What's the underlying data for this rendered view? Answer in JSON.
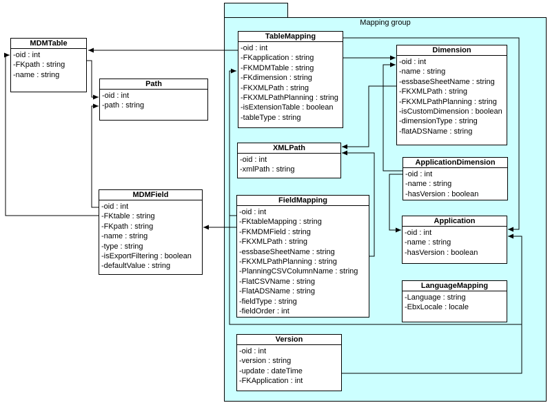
{
  "package": {
    "title": "Mapping group",
    "fill_color": "#ccffff",
    "border_color": "#000000"
  },
  "classes": {
    "mdmtable": {
      "name": "MDMTable",
      "attrs": [
        "-oid : int",
        "-FKpath : string",
        "-name : string"
      ]
    },
    "path": {
      "name": "Path",
      "attrs": [
        "-oid : int",
        "-path : string"
      ]
    },
    "mdmfield": {
      "name": "MDMField",
      "attrs": [
        "-oid : int",
        "-FKtable : string",
        "-FKpath : string",
        "-name : string",
        "-type : string",
        "-isExportFiltering : boolean",
        "-defaultValue : string"
      ]
    },
    "tablemapping": {
      "name": "TableMapping",
      "attrs": [
        "-oid : int",
        "-FKapplication : string",
        "-FKMDMTable : string",
        "-FKdimension : string",
        "-FKXMLPath : string",
        "-FKXMLPathPlanning : string",
        "-isExtensionTable : boolean",
        "-tableType : string"
      ]
    },
    "xmlpath": {
      "name": "XMLPath",
      "attrs": [
        "-oid : int",
        "-xmlPath : string"
      ]
    },
    "fieldmapping": {
      "name": "FieldMapping",
      "attrs": [
        "-oid : int",
        "-FKtableMapping : string",
        "-FKMDMField : string",
        "-FKXMLPath : string",
        "-essbaseSheetName : string",
        "-FKXMLPathPlanning : string",
        "-PlanningCSVColumnName : string",
        "-FlatCSVName : string",
        "-FlatADSName : string",
        "-fieldType : string",
        "-fieldOrder : int"
      ]
    },
    "dimension": {
      "name": "Dimension",
      "attrs": [
        "-oid : int",
        "-name : string",
        "-essbaseSheetName : string",
        "-FKXMLPath : string",
        "-FKXMLPathPlanning : string",
        "-isCustomDimension : boolean",
        "-dimensionType : string",
        "-flatADSName : string"
      ]
    },
    "appdimension": {
      "name": "ApplicationDimension",
      "attrs": [
        "-oid : int",
        "-name : string",
        "-hasVersion : boolean"
      ]
    },
    "application": {
      "name": "Application",
      "attrs": [
        "-oid : int",
        "-name : string",
        "-hasVersion : boolean"
      ]
    },
    "langmapping": {
      "name": "LanguageMapping",
      "attrs": [
        "-Language : string",
        "-EbxLocale : locale"
      ]
    },
    "version": {
      "name": "Version",
      "attrs": [
        "-oid : int",
        "-version : string",
        "-update : dateTime",
        "-FKApplication : int"
      ]
    }
  },
  "relations": [
    {
      "from": "TableMapping",
      "to": "MDMTable"
    },
    {
      "from": "FieldMapping",
      "to": "TableMapping"
    },
    {
      "from": "MDMField",
      "to": "MDMTable"
    },
    {
      "from": "MDMTable",
      "to": "Path"
    },
    {
      "from": "MDMField",
      "to": "Path"
    },
    {
      "from": "FieldMapping",
      "to": "MDMField"
    },
    {
      "from": "TableMapping",
      "to": "Dimension"
    },
    {
      "from": "ApplicationDimension",
      "to": "Dimension"
    },
    {
      "from": "Dimension",
      "to": "XMLPath"
    },
    {
      "from": "FieldMapping",
      "to": "XMLPath"
    },
    {
      "from": "ApplicationDimension",
      "to": "Application"
    },
    {
      "from": "TableMapping",
      "to": "Application"
    },
    {
      "from": "Version",
      "to": "Application"
    }
  ]
}
